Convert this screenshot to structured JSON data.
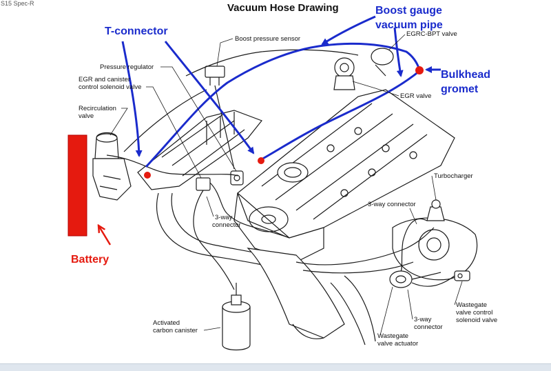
{
  "page_header": "S15 Spec-R",
  "title": "Vacuum Hose Drawing",
  "annotations": {
    "t_connector": "T-connector",
    "boost_gauge_line1": "Boost gauge",
    "boost_gauge_line2": "vacuum pipe",
    "bulkhead_line1": "Bulkhead",
    "bulkhead_line2": "gromet",
    "battery": "Battery"
  },
  "labels": {
    "boost_pressure_sensor": "Boost pressure sensor",
    "egrc_bpt_valve": "EGRC-BPT valve",
    "pressure_regulator": "Pressure regulator",
    "egr_canister_line1": "EGR and canister",
    "egr_canister_line2": "control solenoid valve",
    "recirculation_line1": "Recirculation",
    "recirculation_line2": "valve",
    "egr_valve": "EGR valve",
    "turbocharger": "Turbocharger",
    "three_way_connector_right": "3-way connector",
    "three_way_left_line1": "3-way",
    "three_way_left_line2": "connector",
    "wastegate_solenoid_line1": "Wastegate",
    "wastegate_solenoid_line2": "valve control",
    "wastegate_solenoid_line3": "solenoid valve",
    "three_way_bottom_line1": "3-way",
    "three_way_bottom_line2": "connector",
    "wastegate_actuator_line1": "Wastegate",
    "wastegate_actuator_line2": "valve actuator",
    "carbon_canister_line1": "Activated",
    "carbon_canister_line2": "carbon canister"
  },
  "colors": {
    "annotation_blue": "#1a2bcc",
    "annotation_red": "#e51a0f",
    "line_art": "#1a1a1a"
  }
}
